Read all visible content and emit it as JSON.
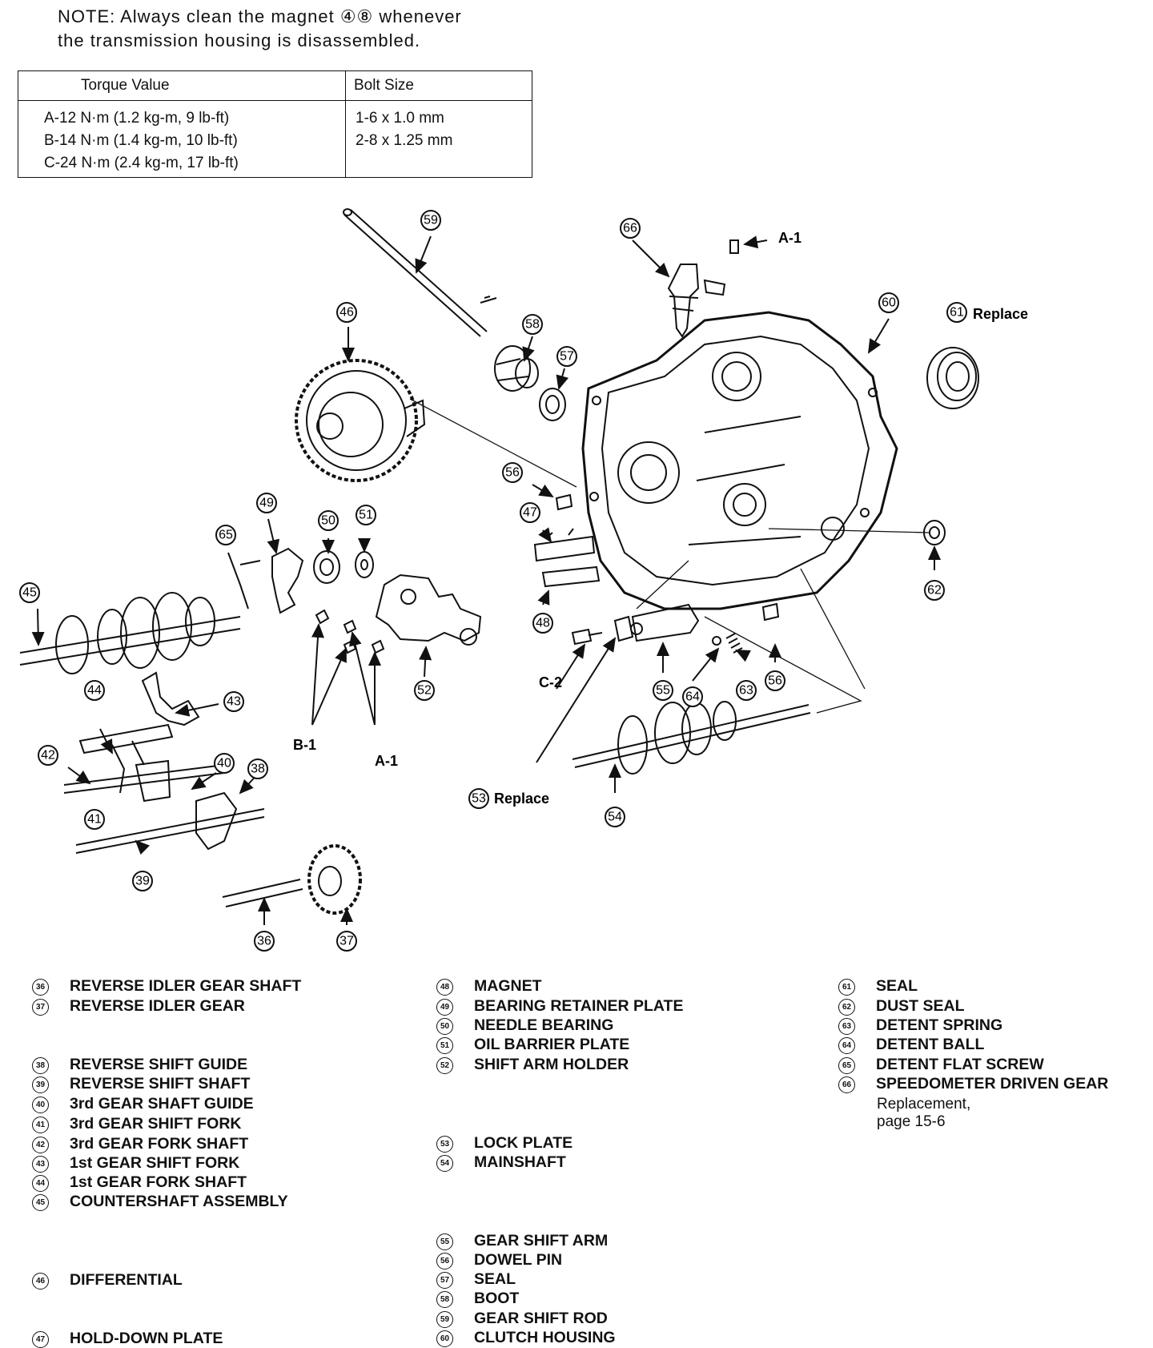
{
  "note": {
    "line1": "NOTE:  Always clean the magnet ④⑧ whenever",
    "line2": "the transmission housing is disassembled."
  },
  "torque_table": {
    "header_torque": "Torque Value",
    "header_bolt": "Bolt Size",
    "torque_values": [
      "A-12 N·m (1.2 kg-m, 9 lb-ft)",
      "B-14 N·m (1.4 kg-m, 10 lb-ft)",
      "C-24 N·m (2.4 kg-m, 17 lb-ft)"
    ],
    "bolt_sizes": [
      "1-6 x 1.0 mm",
      "2-8 x 1.25 mm"
    ]
  },
  "callouts": {
    "n36": "36",
    "n37": "37",
    "n38": "38",
    "n39": "39",
    "n40": "40",
    "n41": "41",
    "n42": "42",
    "n43": "43",
    "n44": "44",
    "n45": "45",
    "n46": "46",
    "n47": "47",
    "n48": "48",
    "n49": "49",
    "n50": "50",
    "n51": "51",
    "n52": "52",
    "n53": "53",
    "n54": "54",
    "n55": "55",
    "n56a": "56",
    "n56b": "56",
    "n57": "57",
    "n58": "58",
    "n59": "59",
    "n60": "60",
    "n61": "61",
    "n62": "62",
    "n63": "63",
    "n64": "64",
    "n65": "65",
    "n66": "66"
  },
  "diagram_labels": {
    "a1_top": "A-1",
    "a1_bottom": "A-1",
    "b1": "B-1",
    "c2": "C-2",
    "replace_61": "Replace",
    "replace_53": "Replace"
  },
  "legend": {
    "col1": [
      {
        "num": "36",
        "text": "REVERSE IDLER GEAR SHAFT"
      },
      {
        "num": "37",
        "text": "REVERSE IDLER GEAR"
      },
      {
        "num": "38",
        "text": "REVERSE SHIFT GUIDE"
      },
      {
        "num": "39",
        "text": "REVERSE SHIFT SHAFT"
      },
      {
        "num": "40",
        "text": "3rd GEAR SHAFT GUIDE"
      },
      {
        "num": "41",
        "text": "3rd GEAR SHIFT FORK"
      },
      {
        "num": "42",
        "text": "3rd GEAR FORK SHAFT"
      },
      {
        "num": "43",
        "text": "1st GEAR SHIFT FORK"
      },
      {
        "num": "44",
        "text": "1st GEAR FORK SHAFT"
      },
      {
        "num": "45",
        "text": "COUNTERSHAFT ASSEMBLY"
      },
      {
        "num": "46",
        "text": "DIFFERENTIAL"
      },
      {
        "num": "47",
        "text": "HOLD-DOWN PLATE"
      }
    ],
    "col2": [
      {
        "num": "48",
        "text": "MAGNET"
      },
      {
        "num": "49",
        "text": "BEARING RETAINER PLATE"
      },
      {
        "num": "50",
        "text": "NEEDLE BEARING"
      },
      {
        "num": "51",
        "text": "OIL BARRIER PLATE"
      },
      {
        "num": "52",
        "text": "SHIFT ARM HOLDER"
      },
      {
        "num": "53",
        "text": "LOCK PLATE"
      },
      {
        "num": "54",
        "text": "MAINSHAFT"
      },
      {
        "num": "55",
        "text": "GEAR SHIFT ARM"
      },
      {
        "num": "56",
        "text": "DOWEL PIN"
      },
      {
        "num": "57",
        "text": "SEAL"
      },
      {
        "num": "58",
        "text": "BOOT"
      },
      {
        "num": "59",
        "text": "GEAR SHIFT ROD"
      },
      {
        "num": "60",
        "text": "CLUTCH HOUSING"
      }
    ],
    "col3": [
      {
        "num": "61",
        "text": "SEAL"
      },
      {
        "num": "62",
        "text": "DUST SEAL"
      },
      {
        "num": "63",
        "text": "DETENT SPRING"
      },
      {
        "num": "64",
        "text": "DETENT BALL"
      },
      {
        "num": "65",
        "text": "DETENT FLAT SCREW"
      },
      {
        "num": "66",
        "text": "SPEEDOMETER DRIVEN GEAR"
      }
    ],
    "col3_sub": "Replacement, page 15-6"
  }
}
